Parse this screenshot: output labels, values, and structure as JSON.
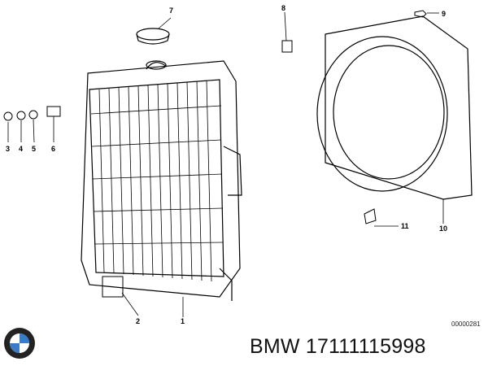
{
  "diagram": {
    "callouts": [
      "1",
      "2",
      "3",
      "4",
      "5",
      "6",
      "7",
      "8",
      "9",
      "10",
      "11"
    ],
    "reference_code": "00000281"
  },
  "footer": {
    "brand": "BMW",
    "part_title": "BMW 17111115998"
  }
}
